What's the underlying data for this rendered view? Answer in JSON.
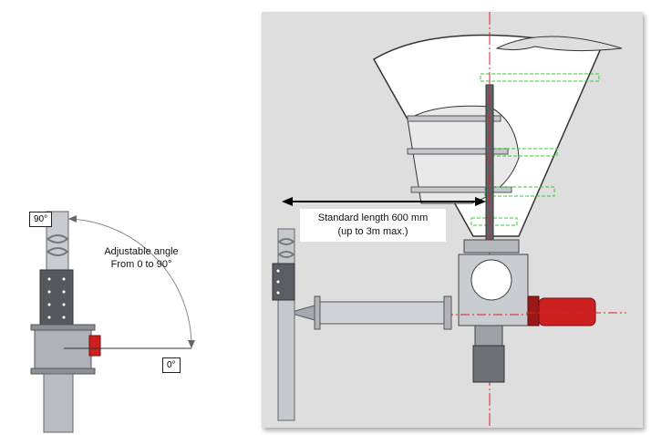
{
  "left_diagram": {
    "angle_top_label": "90°",
    "angle_bottom_label": "0°",
    "angle_caption_line1": "Adjustable angle",
    "angle_caption_line2": "From 0 to 90°"
  },
  "right_diagram": {
    "length_line1": "Standard length 600 mm",
    "length_line2": "(up to 3m max.)"
  },
  "colors": {
    "motor_red": "#cc1f1f",
    "centerline_red": "#e02020",
    "guide_green": "#33cc33",
    "panel_grey": "#dedede"
  }
}
